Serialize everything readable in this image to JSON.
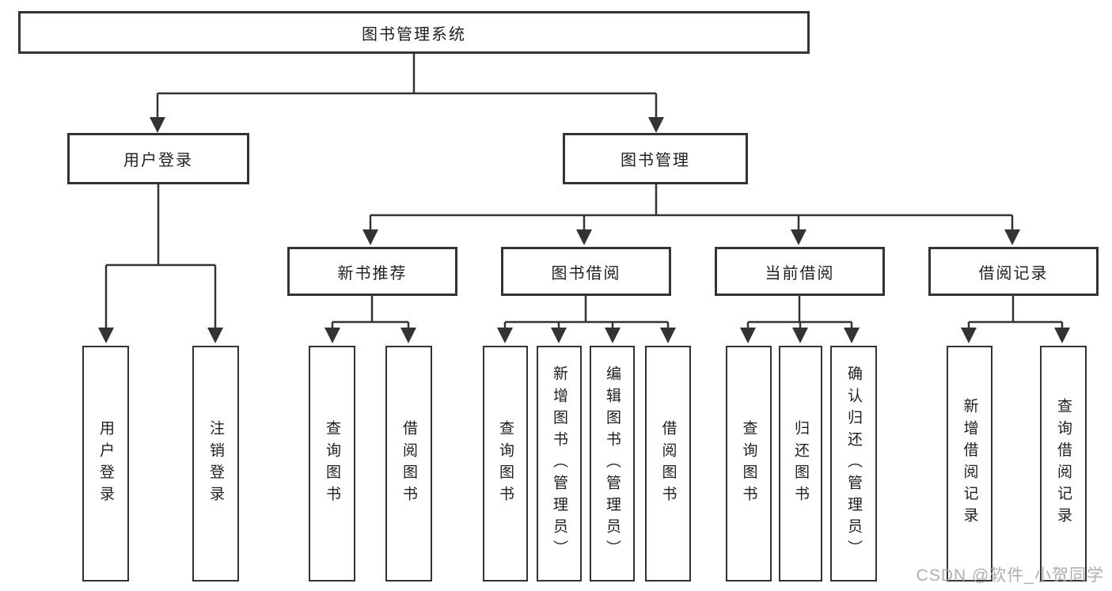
{
  "diagram": {
    "title": "图书管理系统",
    "root": {
      "label": "图书管理系统"
    },
    "level2": [
      {
        "label": "用户登录"
      },
      {
        "label": "图书管理"
      }
    ],
    "level3": [
      {
        "label": "新书推荐"
      },
      {
        "label": "图书借阅"
      },
      {
        "label": "当前借阅"
      },
      {
        "label": "借阅记录"
      }
    ],
    "leaves": [
      {
        "label": "用户登录",
        "parent": "用户登录"
      },
      {
        "label": "注销登录",
        "parent": "用户登录"
      },
      {
        "label": "查询图书",
        "parent": "新书推荐"
      },
      {
        "label": "借阅图书",
        "parent": "新书推荐"
      },
      {
        "label": "查询图书",
        "parent": "图书借阅"
      },
      {
        "label": "新增图书（管理员）",
        "parent": "图书借阅"
      },
      {
        "label": "编辑图书（管理员）",
        "parent": "图书借阅"
      },
      {
        "label": "借阅图书",
        "parent": "图书借阅"
      },
      {
        "label": "查询图书",
        "parent": "当前借阅"
      },
      {
        "label": "归还图书",
        "parent": "当前借阅"
      },
      {
        "label": "确认归还（管理员）",
        "parent": "当前借阅"
      },
      {
        "label": "新增借阅记录",
        "parent": "借阅记录"
      },
      {
        "label": "查询借阅记录",
        "parent": "借阅记录"
      }
    ],
    "colors": {
      "line": "#333333",
      "box_border": "#333333",
      "text": "#1f1f1f",
      "watermark": "#a8a8a8"
    },
    "watermark": "CSDN @软件_小贺同学"
  }
}
